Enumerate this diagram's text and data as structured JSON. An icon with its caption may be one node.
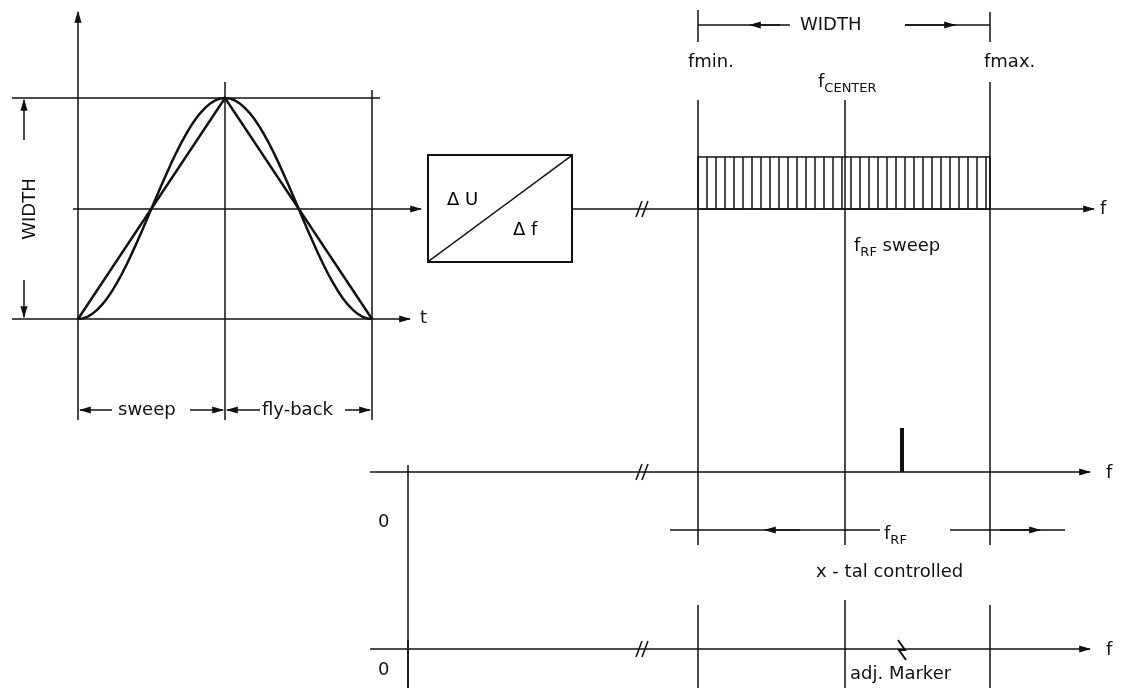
{
  "diagram": {
    "nodes": [
      {
        "text": [
          "Δ U",
          "Δ f"
        ]
      },
      {
        "text": [],
        "shape": "picture"
      },
      {
        "text": [
          "f"
        ]
      }
    ],
    "edges": [
      {
        "from": 1,
        "to": 0,
        "arrow": "to"
      },
      {
        "from": 0,
        "to": 2,
        "arrow": "to"
      }
    ],
    "labels": [
      "WIDTH",
      "fmin.",
      "fmax.",
      "f$_{CENTER}$",
      "WIDTH",
      "f$_{RF}$ sweep",
      "t",
      "sweep",
      "fly-back",
      "f",
      "0",
      "f$_{RF}$",
      "x - tal controlled",
      "0",
      "f",
      "adj. Marker"
    ]
  }
}
